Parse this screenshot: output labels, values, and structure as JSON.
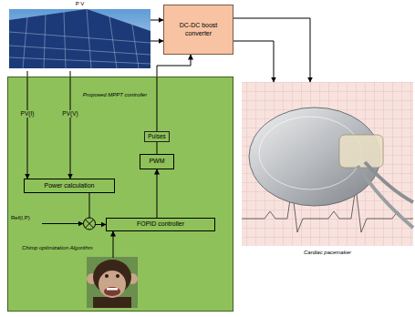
{
  "diagram": {
    "nodes": [
      {
        "text": [
          "P V"
        ]
      },
      {
        "text": [
          "DC-DC boost converter"
        ]
      },
      {
        "text": [
          "Proposed MPPT controller"
        ]
      },
      {
        "text": [
          "Power calculation"
        ],
        "in": 2
      },
      {
        "text": [
          "PWM"
        ],
        "in": 2
      },
      {
        "text": [
          "FOPID controller"
        ],
        "in": 2
      },
      {
        "text": [
          "Chimp optimization Algorithm"
        ],
        "in": 2
      },
      {
        "text": [
          "Cardiac pacemaker"
        ]
      }
    ],
    "edges": [
      {
        "from": 0,
        "to": 1,
        "arrow": "to"
      },
      {
        "from": 0,
        "to": 1,
        "arrow": "to"
      },
      {
        "from": 0,
        "to": 3,
        "label": "PV(I)",
        "arrow": "to"
      },
      {
        "from": 0,
        "to": 3,
        "label": "PV(V)",
        "arrow": "to"
      },
      {
        "from": 3,
        "to": 5,
        "arrow": "to"
      },
      {
        "from": 5,
        "to": 4,
        "arrow": "to"
      },
      {
        "from": 4,
        "to": 1,
        "label": "Pulses",
        "arrow": "to"
      },
      {
        "from": 6,
        "to": 5,
        "arrow": "to"
      },
      {
        "from": 1,
        "to": 7,
        "arrow": "to"
      },
      {
        "from": 1,
        "to": 7,
        "arrow": "to"
      }
    ],
    "labels": [
      "Ref(I,P)"
    ]
  }
}
